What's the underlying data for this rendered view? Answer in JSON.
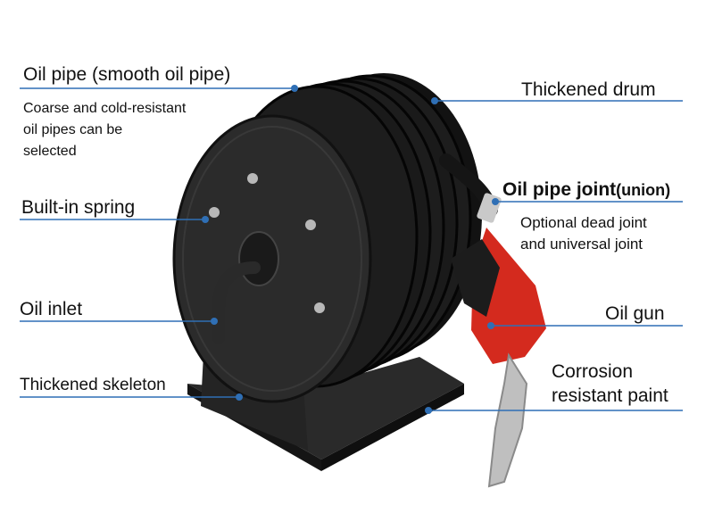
{
  "labels": {
    "oil_pipe": "Oil pipe (smooth oil pipe)",
    "oil_pipe_note": [
      "Coarse and cold-resistant",
      "oil pipes can be",
      "selected"
    ],
    "built_in_spring": "Built-in spring",
    "oil_inlet": "Oil inlet",
    "thickened_skeleton": "Thickened skeleton",
    "thickened_drum": "Thickened drum",
    "oil_pipe_joint": "Oil pipe joint",
    "oil_pipe_joint_sub": "(union)",
    "joint_note": [
      "Optional dead joint",
      "and universal joint"
    ],
    "oil_gun": "Oil gun",
    "paint": [
      "Corrosion",
      "resistant paint"
    ]
  },
  "colors": {
    "leader_line": "#2f6fb5",
    "dot": "#2f6fb5",
    "frame": "#1f1f1f",
    "hose": "#1a1a1a",
    "nozzle_body": "#d42a1e"
  }
}
